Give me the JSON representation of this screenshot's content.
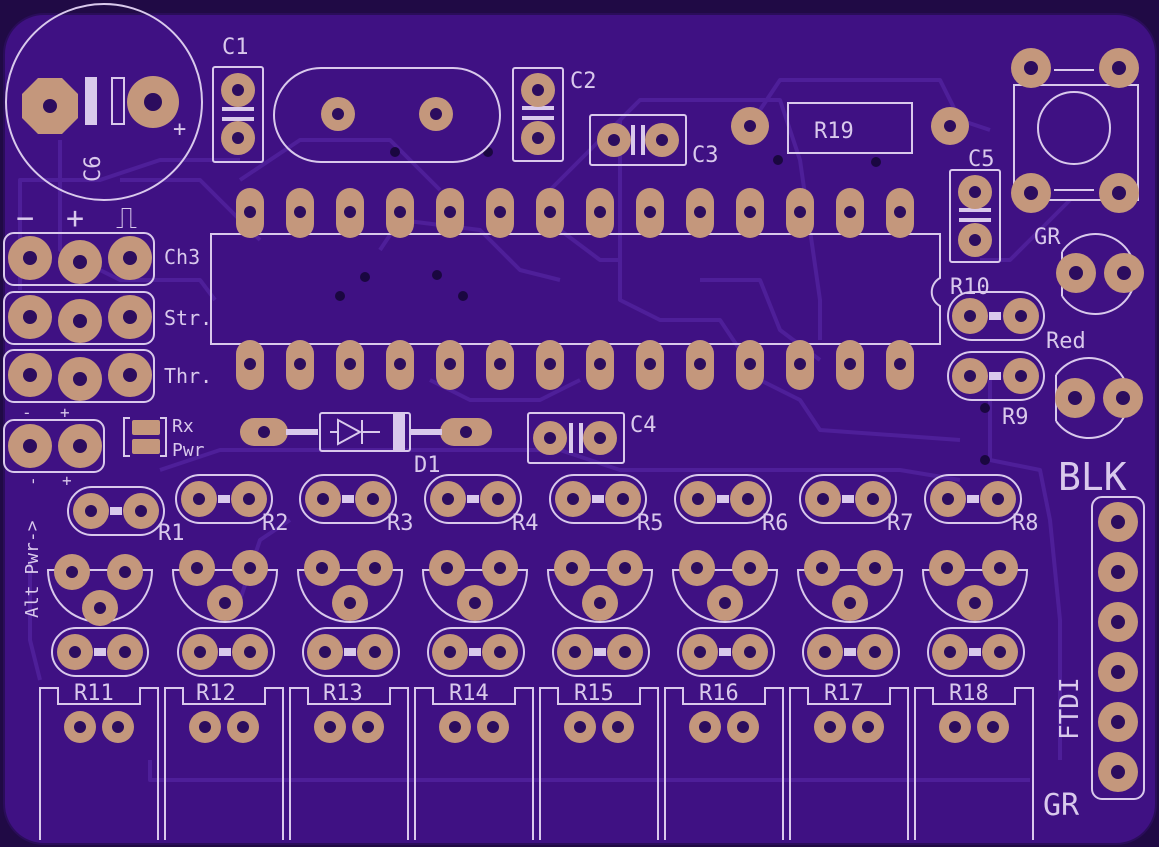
{
  "colors": {
    "board": "#3f1183",
    "board_edge": "#200a45",
    "trace": "#4c1e96",
    "silkscreen": "#d9c9ec",
    "pad": "#c4977c",
    "drill": "#2c0d5e"
  },
  "labels": {
    "c1": "C1",
    "c2": "C2",
    "c3": "C3",
    "c4": "C4",
    "c5": "C5",
    "c6": "C6",
    "plus": "+",
    "minus": "−",
    "pulse": "⎍",
    "ch3": "Ch3",
    "str": "Str.",
    "thr": "Thr.",
    "small_minus": "-",
    "small_plus": "+",
    "rx": "Rx",
    "pwr": "Pwr",
    "alt_pwr": "Alt Pwr->",
    "d1": "D1",
    "r1": "R1",
    "r2": "R2",
    "r3": "R3",
    "r4": "R4",
    "r5": "R5",
    "r6": "R6",
    "r7": "R7",
    "r8": "R8",
    "r9": "R9",
    "r10": "R10",
    "r11": "R11",
    "r12": "R12",
    "r13": "R13",
    "r14": "R14",
    "r15": "R15",
    "r16": "R16",
    "r17": "R17",
    "r18": "R18",
    "r19": "R19",
    "gr_top": "GR",
    "red": "Red",
    "blk": "BLK",
    "ftdi": "FTDI",
    "gr_bottom": "GR"
  }
}
